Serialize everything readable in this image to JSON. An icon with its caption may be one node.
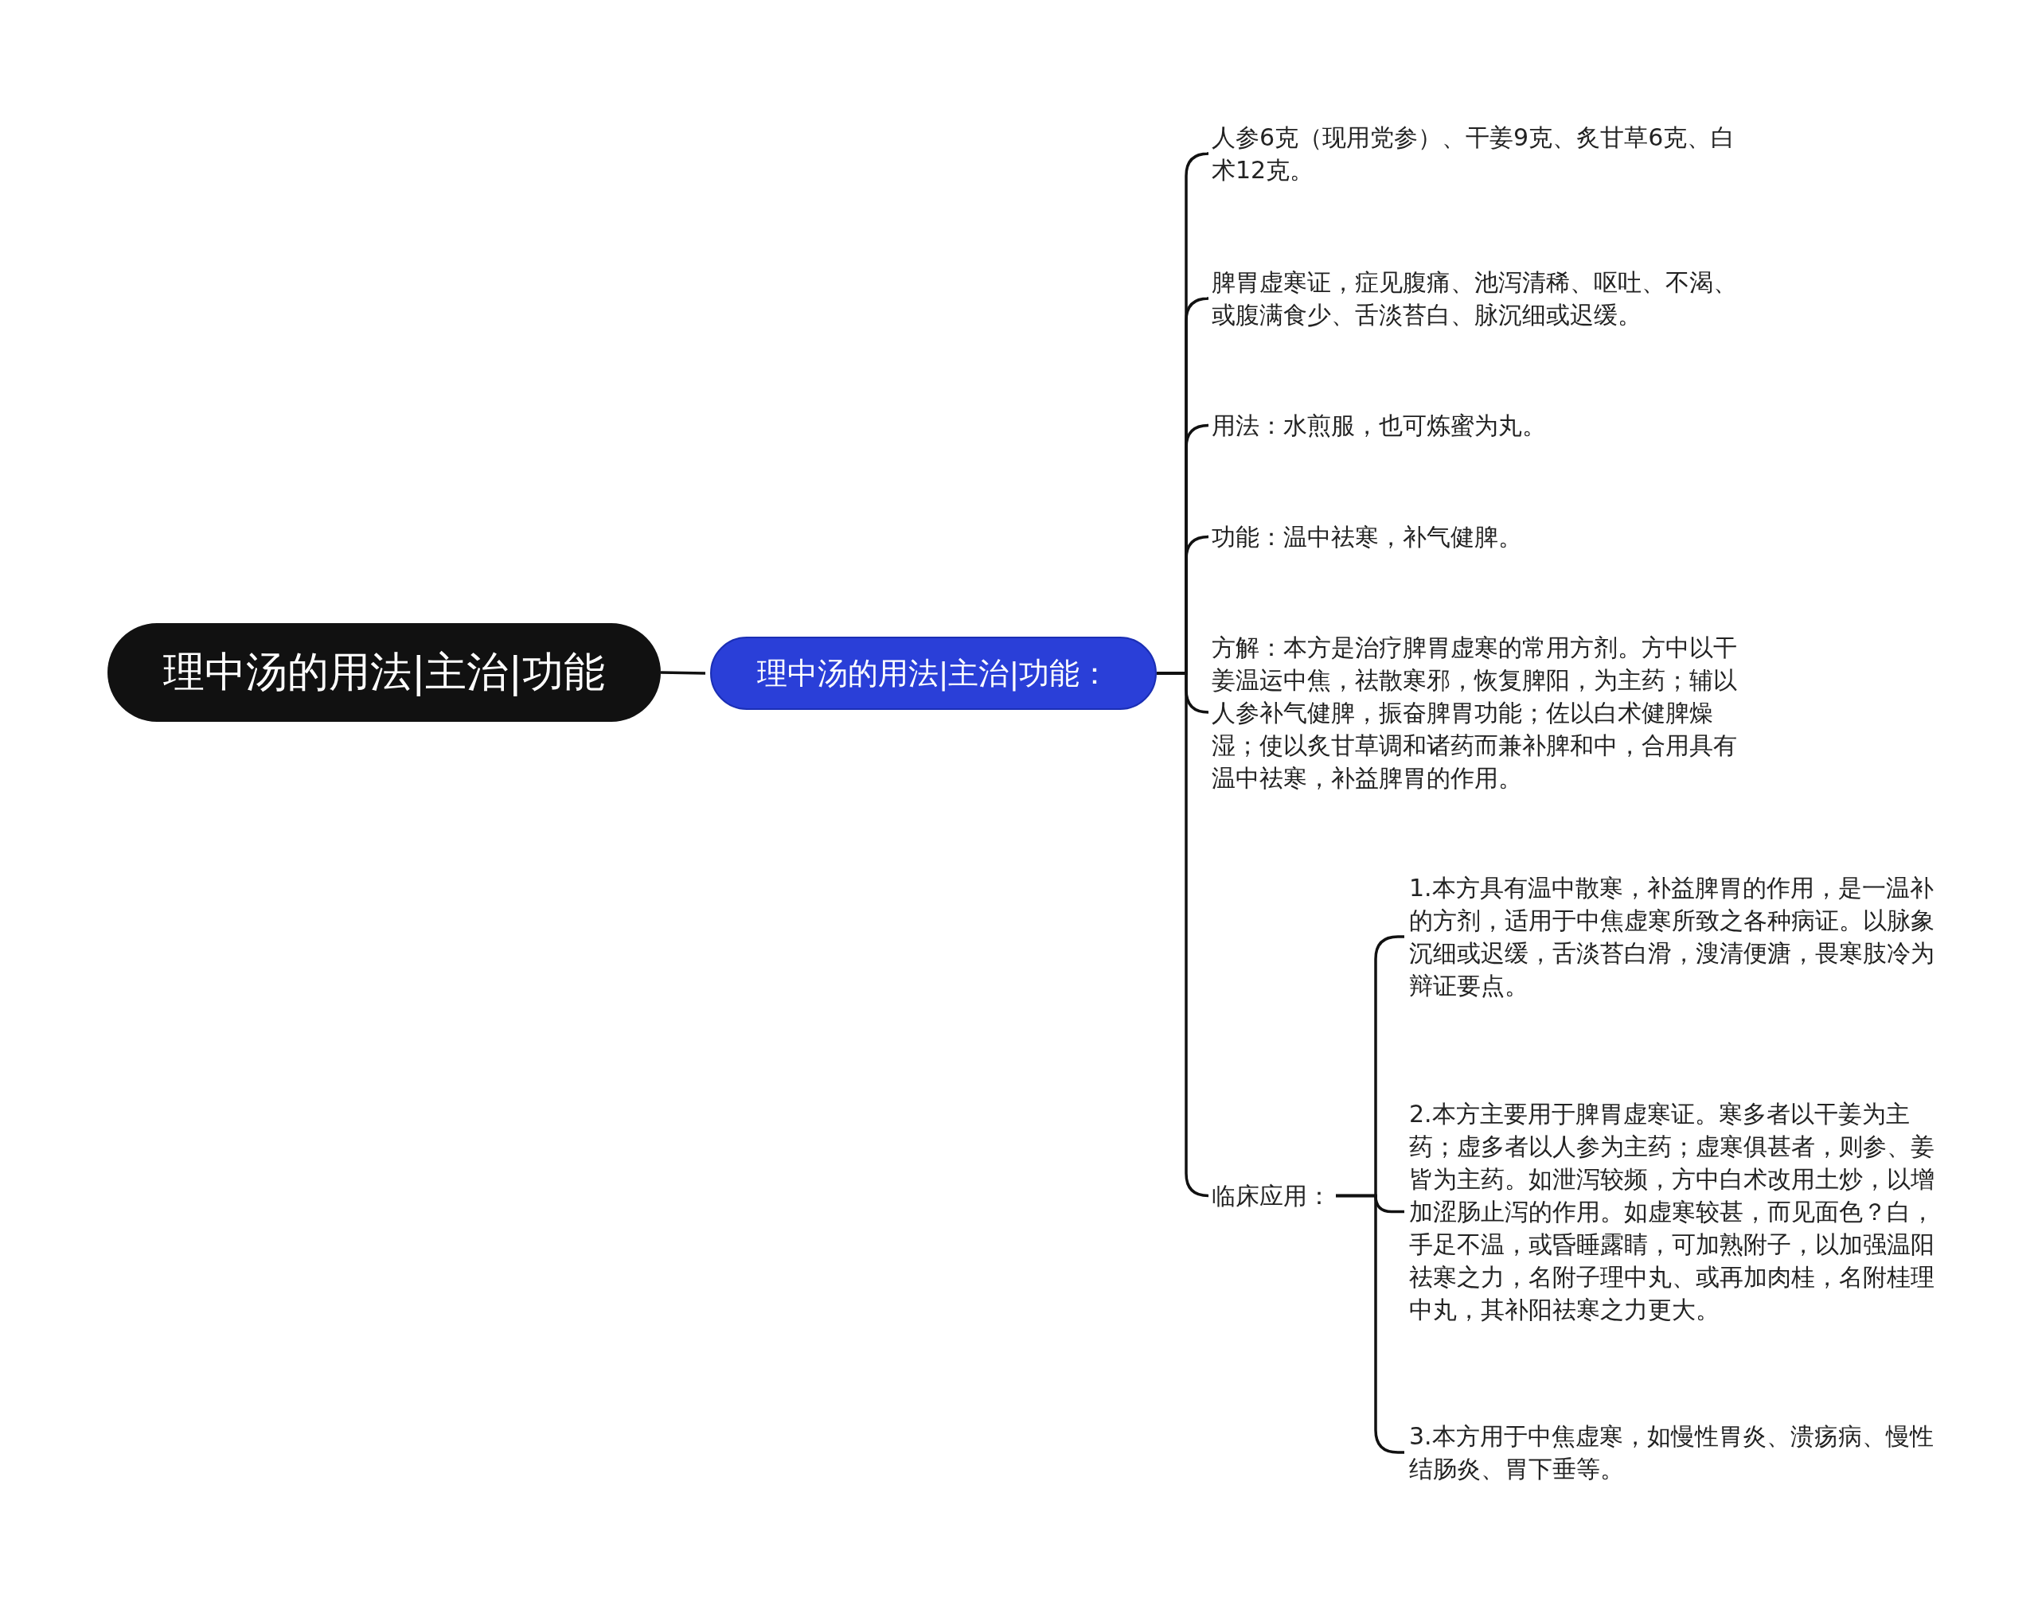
{
  "diagram": {
    "nodes": [
      {
        "text": [
          "理中汤的用法|主治|功能"
        ]
      },
      {
        "text": [
          "理中汤的用法|主治|功能："
        ]
      },
      {
        "text": [
          "人参6克（现用党参）、干姜9克、炙甘草6克、白术12克。"
        ]
      },
      {
        "text": [
          "脾胃虚寒证，症见腹痛、池泻清稀、呕吐、不渴、或腹满食少、舌淡苔白、脉沉细或迟缓。"
        ]
      },
      {
        "text": [
          "用法：水煎服，也可炼蜜为丸。"
        ]
      },
      {
        "text": [
          "功能：温中祛寒，补气健脾。"
        ]
      },
      {
        "text": [
          "方解：本方是治疗脾胃虚寒的常用方剂。方中以干姜温运中焦，祛散寒邪，恢复脾阳，为主药；辅以人参补气健脾，振奋脾胃功能；佐以白术健脾燥湿；使以炙甘草调和诸药而兼补脾和中，合用具有温中祛寒，补益脾胃的作用。"
        ]
      },
      {
        "text": [
          "临床应用："
        ]
      },
      {
        "text": [
          "1.本方具有温中散寒，补益脾胃的作用，是一温补的方剂，适用于中焦虚寒所致之各种病证。以脉象沉细或迟缓，舌淡苔白滑，溲清便溏，畏寒肢冷为辩证要点。"
        ]
      },
      {
        "text": [
          "2.本方主要用于脾胃虚寒证。寒多者以干姜为主药；虚多者以人参为主药；虚寒俱甚者，则参、姜皆为主药。如泄泻较频，方中白术改用土炒，以增加涩肠止泻的作用。如虚寒较甚，而见面色？白，手足不温，或昏睡露睛，可加熟附子，以加强温阳祛寒之力，名附子理中丸、或再加肉桂，名附桂理中丸，其补阳祛寒之力更大。"
        ]
      },
      {
        "text": [
          "3.本方用于中焦虚寒，如慢性胃炎、溃疡病、慢性结肠炎、胃下垂等。"
        ]
      }
    ],
    "edges": [
      {
        "from": 0,
        "to": 1,
        "arrow": "none"
      },
      {
        "from": 1,
        "to": 2,
        "arrow": "none"
      },
      {
        "from": 1,
        "to": 3,
        "arrow": "none"
      },
      {
        "from": 1,
        "to": 4,
        "arrow": "none"
      },
      {
        "from": 1,
        "to": 5,
        "arrow": "none"
      },
      {
        "from": 1,
        "to": 6,
        "arrow": "none"
      },
      {
        "from": 1,
        "to": 7,
        "arrow": "none"
      },
      {
        "from": 7,
        "to": 8,
        "arrow": "none"
      },
      {
        "from": 7,
        "to": 9,
        "arrow": "none"
      },
      {
        "from": 7,
        "to": 10,
        "arrow": "none"
      }
    ]
  }
}
